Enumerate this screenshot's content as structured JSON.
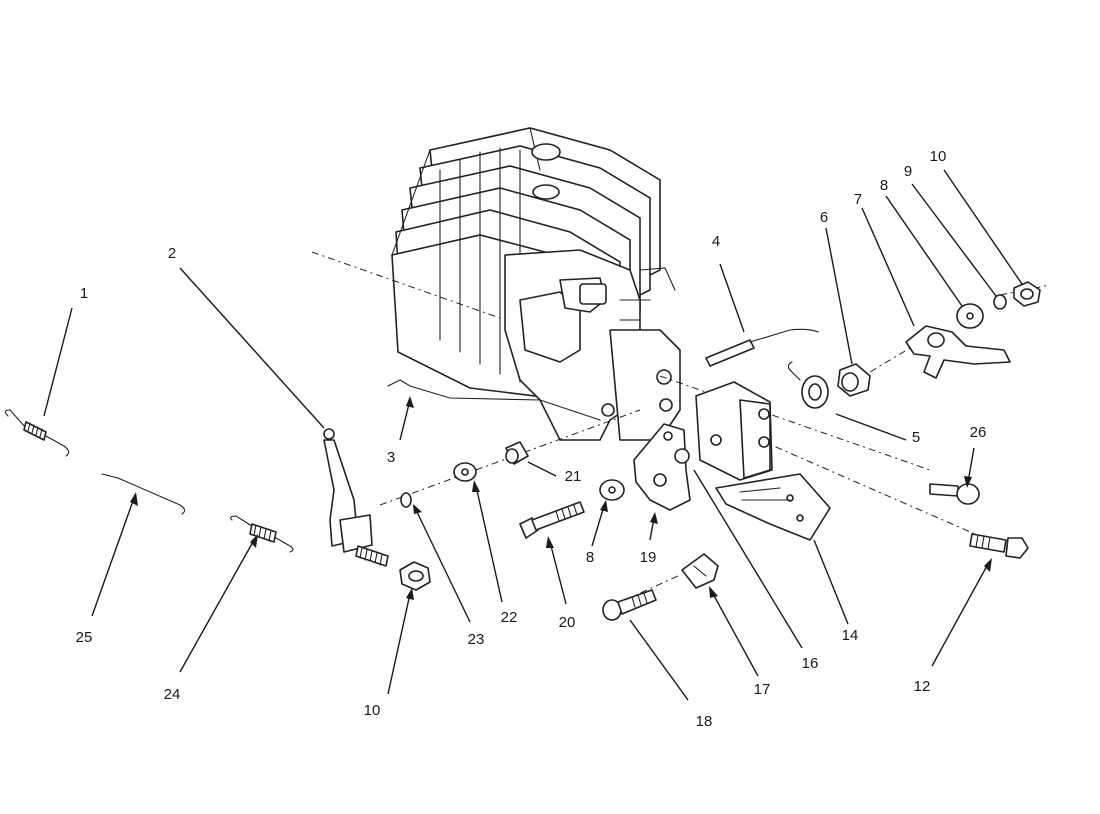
{
  "diagram": {
    "callouts": [
      {
        "id": "1",
        "label": "1"
      },
      {
        "id": "2",
        "label": "2"
      },
      {
        "id": "3",
        "label": "3"
      },
      {
        "id": "4",
        "label": "4"
      },
      {
        "id": "5",
        "label": "5"
      },
      {
        "id": "6",
        "label": "6"
      },
      {
        "id": "7",
        "label": "7"
      },
      {
        "id": "8a",
        "label": "8"
      },
      {
        "id": "8b",
        "label": "8"
      },
      {
        "id": "9",
        "label": "9"
      },
      {
        "id": "10a",
        "label": "10"
      },
      {
        "id": "10b",
        "label": "10"
      },
      {
        "id": "12",
        "label": "12"
      },
      {
        "id": "14",
        "label": "14"
      },
      {
        "id": "16",
        "label": "16"
      },
      {
        "id": "17",
        "label": "17"
      },
      {
        "id": "18",
        "label": "18"
      },
      {
        "id": "19",
        "label": "19"
      },
      {
        "id": "20",
        "label": "20"
      },
      {
        "id": "21",
        "label": "21"
      },
      {
        "id": "22",
        "label": "22"
      },
      {
        "id": "23",
        "label": "23"
      },
      {
        "id": "24",
        "label": "24"
      },
      {
        "id": "25",
        "label": "25"
      },
      {
        "id": "26",
        "label": "26"
      }
    ]
  }
}
